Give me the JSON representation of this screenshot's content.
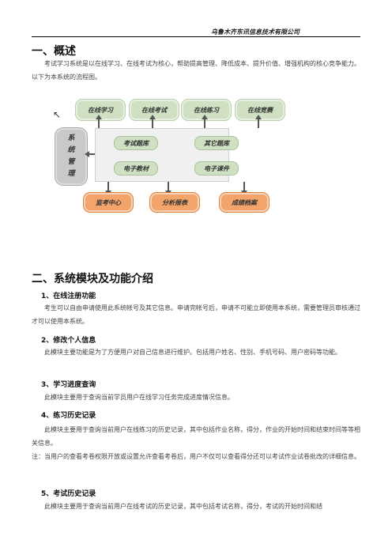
{
  "header": {
    "company": "乌鲁木齐东讯信息技术有限公司"
  },
  "section1": {
    "title": "一、概述",
    "intro": "考试学习系统是以在线学习、在线考试为核心，帮助提高管理、降低成本、提升价值、增强机构的核心竞争能力。以下为本系统的流程图。"
  },
  "diagram": {
    "top": [
      "在线学习",
      "在线考试",
      "在线练习",
      "在线竞赛"
    ],
    "side": [
      "系",
      "统",
      "管",
      "理"
    ],
    "middle": [
      "考试题库",
      "其它题库",
      "电子教材",
      "电子课件"
    ],
    "bottom": [
      "监考中心",
      "分析报表",
      "成绩档案"
    ]
  },
  "section2": {
    "title": "二、系统模块及功能介绍",
    "items": [
      {
        "title": "1、在线注册功能",
        "text": "考生可以自由申请使用此系统帐号及其它信息。申请完帐号后，申请不可能立即使用本系统，需要管理员审核通过才可以使用本系统。"
      },
      {
        "title": "2、修改个人信息",
        "text": "此模块主要功能是为了方便用户对自己信息进行维护。包括用户姓名、性别、手机号码、用户密码等功能。"
      },
      {
        "title": "3、学习进度查询",
        "text": "此模块主要用于查询当前学员用户在线学习任务完成进度情况信息。"
      },
      {
        "title": "4、练习历史记录",
        "text": "此模块主要用于查询当前用户在线练习的历史记录，其中包括作业名称，得分，作业的开始时间和结束时间等等相关信息。"
      },
      {
        "title": "5、考试历史记录",
        "text": "此模块主要用于查询当前用户在线考试的历史记录，其中包括考试名称，得分，考试的开始时间和结"
      }
    ],
    "note": "注：当用户的查看考卷权限开放或设置允许查看考卷后，用户不仅可以查看得分还可以考试作业试卷批改的详细信息。"
  }
}
